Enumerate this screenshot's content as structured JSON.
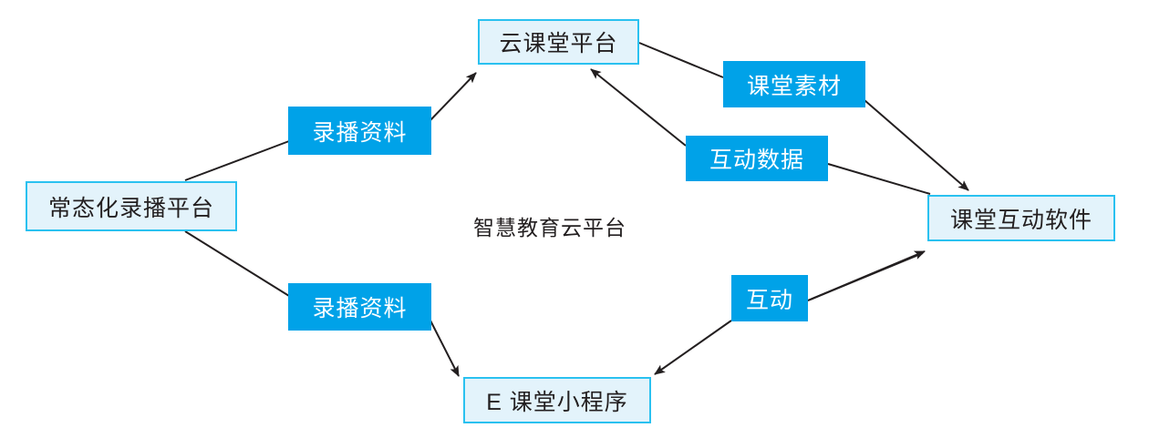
{
  "diagram": {
    "caption": "智慧教育云平台",
    "palette": {
      "node_fill": "#e3f3fb",
      "node_border": "#2ac1f0",
      "label_fill": "#00a2e8",
      "label_text": "#ffffff",
      "node_text": "#231f20",
      "arrow": "#231f20",
      "background": "#ffffff"
    },
    "nodes": [
      {
        "id": "recording",
        "label": "常态化录播平台"
      },
      {
        "id": "cloud",
        "label": "云课堂平台"
      },
      {
        "id": "interactive",
        "label": "课堂互动软件"
      },
      {
        "id": "miniapp",
        "label": "E 课堂小程序"
      }
    ],
    "edge_labels": [
      {
        "id": "rec-to-cloud",
        "label": "录播资料"
      },
      {
        "id": "cloud-material",
        "label": "课堂素材"
      },
      {
        "id": "interaction-data",
        "label": "互动数据"
      },
      {
        "id": "rec-to-miniapp",
        "label": "录播资料"
      },
      {
        "id": "interaction",
        "label": "互动"
      }
    ],
    "edges": [
      {
        "from": "recording",
        "to": "cloud",
        "label": "录播资料",
        "direction": "one-way"
      },
      {
        "from": "cloud",
        "to": "interactive",
        "label": "课堂素材",
        "direction": "one-way"
      },
      {
        "from": "interactive",
        "to": "cloud",
        "label": "互动数据",
        "direction": "one-way"
      },
      {
        "from": "recording",
        "to": "miniapp",
        "label": "录播资料",
        "direction": "one-way"
      },
      {
        "from": "interactive",
        "to": "miniapp",
        "label": "互动",
        "direction": "one-way"
      },
      {
        "from": "miniapp",
        "to": "interactive",
        "label": "互动",
        "direction": "one-way"
      }
    ]
  }
}
